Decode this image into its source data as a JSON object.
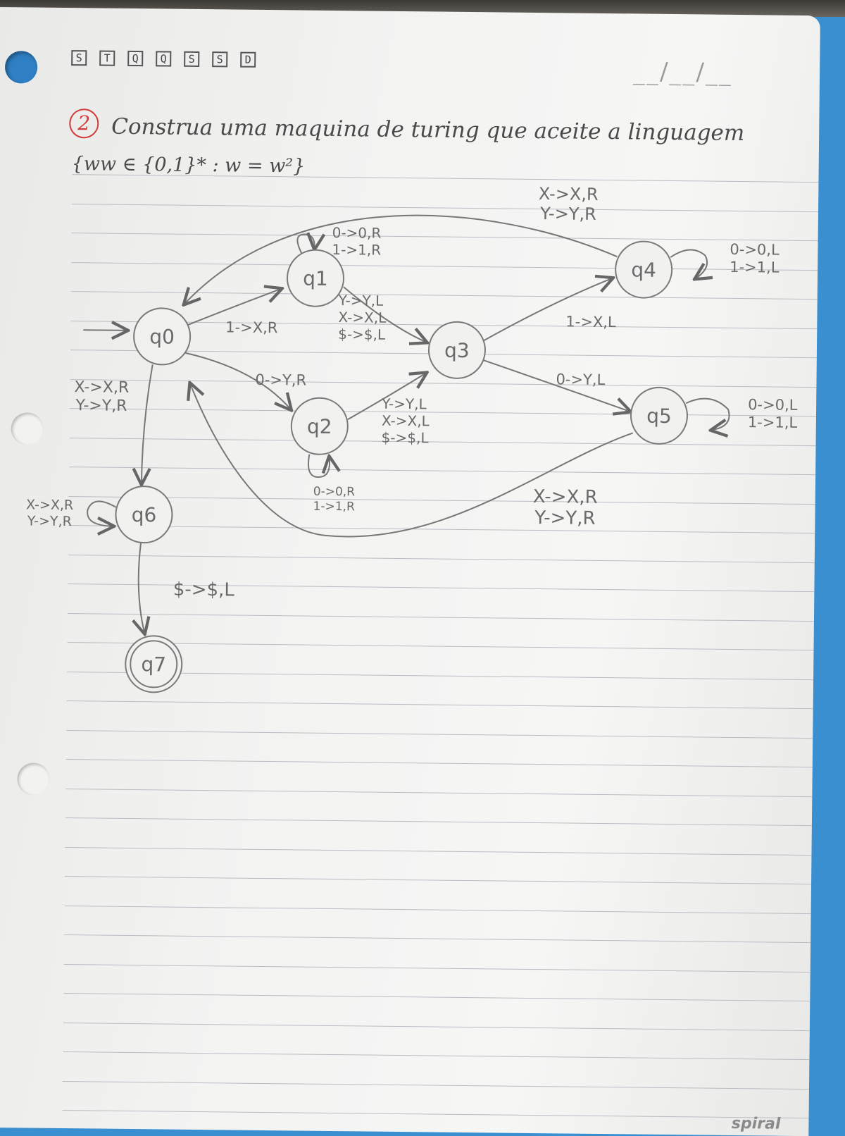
{
  "weekdays": [
    "S",
    "T",
    "Q",
    "Q",
    "S",
    "S",
    "D"
  ],
  "date_blank": "__/__/__",
  "question": {
    "number": "2",
    "line1": "Construa uma maquina de turing que aceite a linguagem",
    "line2": "{ww ∈ {0,1}* : w = w²}"
  },
  "diagram": {
    "states": [
      {
        "id": "q0",
        "label": "q0",
        "start": true,
        "accept": false
      },
      {
        "id": "q1",
        "label": "q1",
        "start": false,
        "accept": false
      },
      {
        "id": "q2",
        "label": "q2",
        "start": false,
        "accept": false
      },
      {
        "id": "q3",
        "label": "q3",
        "start": false,
        "accept": false
      },
      {
        "id": "q4",
        "label": "q4",
        "start": false,
        "accept": false
      },
      {
        "id": "q5",
        "label": "q5",
        "start": false,
        "accept": false
      },
      {
        "id": "q6",
        "label": "q6",
        "start": false,
        "accept": false
      },
      {
        "id": "q7",
        "label": "q7",
        "start": false,
        "accept": true
      }
    ],
    "transitions": [
      {
        "id": "t-q0-q1",
        "from": "q0",
        "to": "q1",
        "labels": [
          "1->X,R"
        ]
      },
      {
        "id": "t-q0-q2",
        "from": "q0",
        "to": "q2",
        "labels": [
          "0->Y,R"
        ]
      },
      {
        "id": "t-q1-loop",
        "from": "q1",
        "to": "q1",
        "labels": [
          "0->0,R",
          "1->1,R"
        ]
      },
      {
        "id": "t-q2-loop",
        "from": "q2",
        "to": "q2",
        "labels": [
          "0->0,R",
          "1->1,R"
        ]
      },
      {
        "id": "t-q1-q3",
        "from": "q1",
        "to": "q3",
        "labels": [
          "Y->Y,L",
          "X->X,L",
          "$->$,L"
        ]
      },
      {
        "id": "t-q2-q3",
        "from": "q2",
        "to": "q3",
        "labels": [
          "Y->Y,L",
          "X->X,L",
          "$->$,L"
        ]
      },
      {
        "id": "t-q3-q4",
        "from": "q3",
        "to": "q4",
        "labels": [
          "1->X,L"
        ]
      },
      {
        "id": "t-q3-q5",
        "from": "q3",
        "to": "q5",
        "labels": [
          "0->Y,L"
        ]
      },
      {
        "id": "t-q4-loop",
        "from": "q4",
        "to": "q4",
        "labels": [
          "0->0,L",
          "1->1,L"
        ]
      },
      {
        "id": "t-q5-loop",
        "from": "q5",
        "to": "q5",
        "labels": [
          "0->0,L",
          "1->1,L"
        ]
      },
      {
        "id": "t-q4-q0",
        "from": "q4",
        "to": "q0",
        "labels": [
          "X->X,R",
          "Y->Y,R"
        ]
      },
      {
        "id": "t-q5-q0",
        "from": "q5",
        "to": "q0",
        "labels": [
          "X->X,R",
          "Y->Y,R"
        ]
      },
      {
        "id": "t-q0-q6",
        "from": "q0",
        "to": "q6",
        "labels": [
          "X->X,R",
          "Y->Y,R"
        ]
      },
      {
        "id": "t-q6-loop",
        "from": "q6",
        "to": "q6",
        "labels": [
          "X->X,R",
          "Y->Y,R"
        ]
      },
      {
        "id": "t-q6-q7",
        "from": "q6",
        "to": "q7",
        "labels": [
          "$->$,L"
        ]
      }
    ]
  },
  "brand": "spiral"
}
